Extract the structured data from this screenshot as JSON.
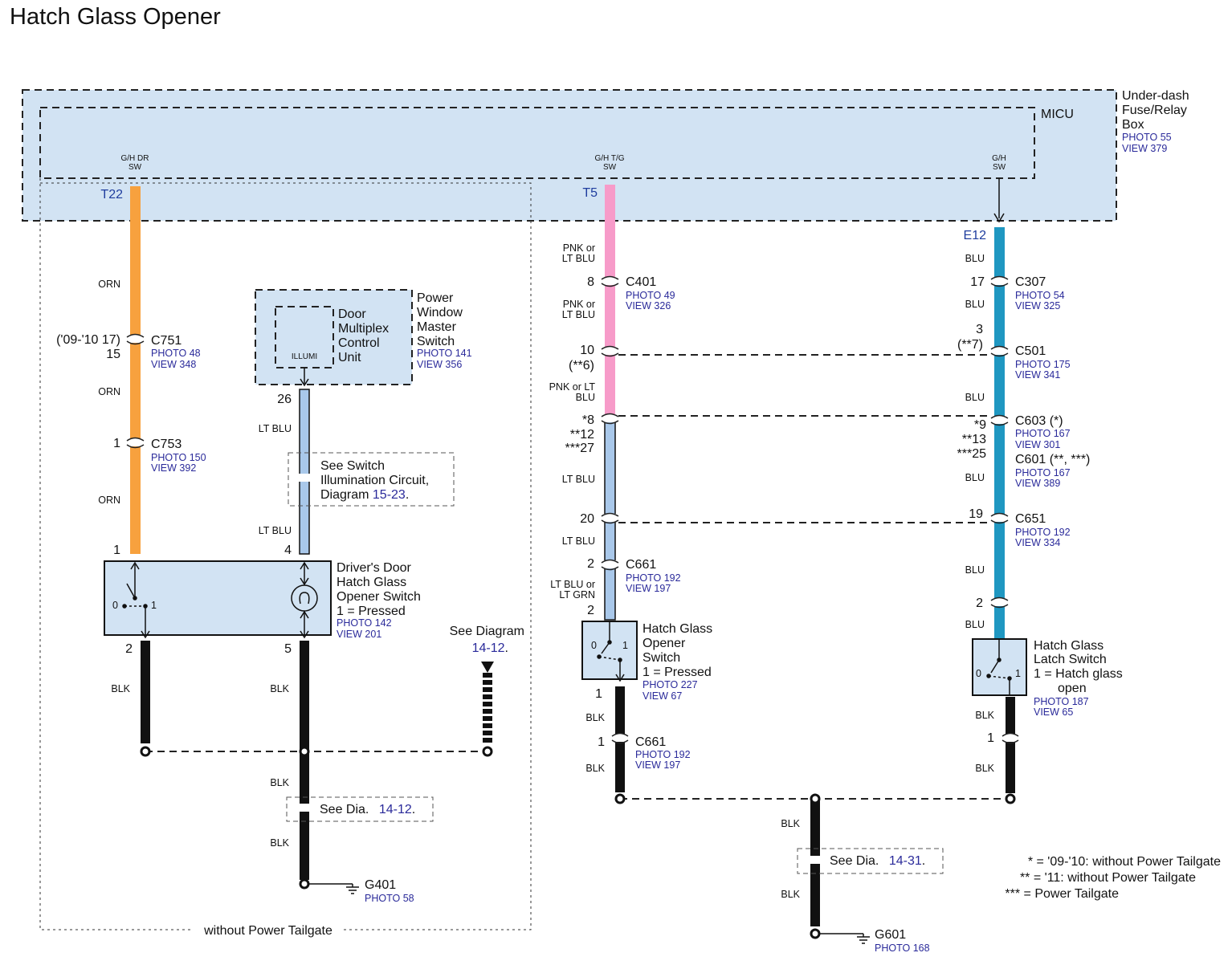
{
  "title": "Hatch Glass Opener",
  "colors": {
    "box_fill": "#d2e3f3",
    "orange": "#f7a13e",
    "pink": "#f79bc9",
    "cyan": "#1f97c1",
    "ltblue": "#a9c8ea",
    "black": "#111111",
    "link_blue": "#2a2a9a"
  },
  "micu": {
    "outer_label": [
      "Under-dash",
      "Fuse/Relay",
      "Box"
    ],
    "outer_photo": "PHOTO 55",
    "outer_view": "VIEW 379",
    "inner_label": "MICU",
    "pins": [
      {
        "name": [
          "G/H DR",
          "SW"
        ],
        "terminal": "T22"
      },
      {
        "name": [
          "G/H T/G",
          "SW"
        ],
        "terminal": "T5"
      },
      {
        "name": [
          "G/H",
          "SW"
        ],
        "terminal": "E12"
      }
    ]
  },
  "left_circuit": {
    "wires": [
      "ORN",
      "ORN",
      "ORN",
      "LT BLU",
      "LT BLU",
      "BLK",
      "BLK",
      "BLK",
      "BLK"
    ],
    "c751": {
      "pin_top": "('09-'10 17)",
      "pin": "15",
      "name": "C751",
      "photo": "PHOTO 48",
      "view": "VIEW 348"
    },
    "c753": {
      "pin": "1",
      "name": "C753",
      "photo": "PHOTO 150",
      "view": "VIEW 392"
    },
    "pwms": {
      "inner": [
        "Door",
        "Multiplex",
        "Control",
        "Unit"
      ],
      "illumi": "ILLUMI",
      "outer": [
        "Power",
        "Window",
        "Master",
        "Switch"
      ],
      "photo": "PHOTO 141",
      "view": "VIEW 356",
      "pin_out": "26"
    },
    "see_switch": [
      "See Switch",
      "Illumination Circuit,",
      "Diagram "
    ],
    "see_switch_link": "15-23",
    "see_switch_end": ".",
    "driver_switch": {
      "label": [
        "Driver's Door",
        "Hatch Glass",
        "Opener Switch",
        "1 = Pressed"
      ],
      "photo": "PHOTO 142",
      "view": "VIEW 201",
      "pin1": "1",
      "pin4": "4",
      "pin2": "2",
      "pin5": "5",
      "pos0": "0",
      "pos1": "1"
    },
    "see_diagram": "See Diagram",
    "see_diagram_link": "14-12",
    "see_diagram_end": ".",
    "see_dia": "See Dia. ",
    "see_dia_link": "14-12",
    "see_dia_end": ".",
    "ground": {
      "name": "G401",
      "photo": "PHOTO 58"
    },
    "frame_caption": "without Power Tailgate"
  },
  "mid_circuit": {
    "wires": [
      "PNK or",
      "LT BLU",
      "PNK or",
      "LT BLU",
      "PNK or LT",
      "BLU",
      "LT BLU",
      "LT BLU",
      "LT BLU or",
      "LT GRN",
      "BLK",
      "BLK"
    ],
    "c401": {
      "pin": "8",
      "name": "C401",
      "photo": "PHOTO 49",
      "view": "VIEW 326"
    },
    "pin10": "10",
    "pin6": "(**6)",
    "pins_multi": [
      "*8",
      "**12",
      "***27"
    ],
    "pin20": "20",
    "c661a": {
      "pin_top": "2",
      "name": "C661",
      "photo": "PHOTO 192",
      "view": "VIEW 197",
      "pin_bottom": "2"
    },
    "switch": {
      "label": [
        "Hatch Glass",
        "Opener",
        "Switch",
        "1 = Pressed"
      ],
      "photo": "PHOTO 227",
      "view": "VIEW 67",
      "pin_out": "1",
      "pos0": "0",
      "pos1": "1"
    },
    "c661b": {
      "pin": "1",
      "name": "C661",
      "photo": "PHOTO 192",
      "view": "VIEW 197"
    }
  },
  "right_circuit": {
    "wires": [
      "BLU",
      "BLU",
      "BLU",
      "BLU",
      "BLU",
      "BLU",
      "BLK",
      "BLK"
    ],
    "c307": {
      "pin": "17",
      "name": "C307",
      "photo": "PHOTO 54",
      "view": "VIEW 325"
    },
    "c501": {
      "pin_top": "3",
      "pin": "(**7)",
      "name": "C501",
      "photo": "PHOTO 175",
      "view": "VIEW 341"
    },
    "c603": {
      "pins": [
        "*9",
        "**13",
        "***25"
      ],
      "name": "C603 (*)",
      "photo": "PHOTO 167",
      "view": "VIEW 301"
    },
    "c601": {
      "name": "C601 (**, ***)",
      "photo": "PHOTO 167",
      "view": "VIEW 389"
    },
    "c651": {
      "pin": "19",
      "name": "C651",
      "photo": "PHOTO 192",
      "view": "VIEW 334"
    },
    "pin2": "2",
    "latch": {
      "label": [
        "Hatch Glass",
        "Latch Switch",
        "1 = Hatch glass",
        "open"
      ],
      "photo": "PHOTO 187",
      "view": "VIEW 65",
      "pin_out": "1",
      "pos0": "0",
      "pos1": "1"
    }
  },
  "bottom_ground": {
    "wires": [
      "BLK",
      "BLK"
    ],
    "see_dia": "See Dia. ",
    "see_dia_link": "14-31",
    "see_dia_end": ".",
    "name": "G601",
    "photo": "PHOTO 168"
  },
  "legend": [
    "* = '09-'10: without Power Tailgate",
    "** = '11: without Power Tailgate",
    "*** = Power Tailgate"
  ]
}
